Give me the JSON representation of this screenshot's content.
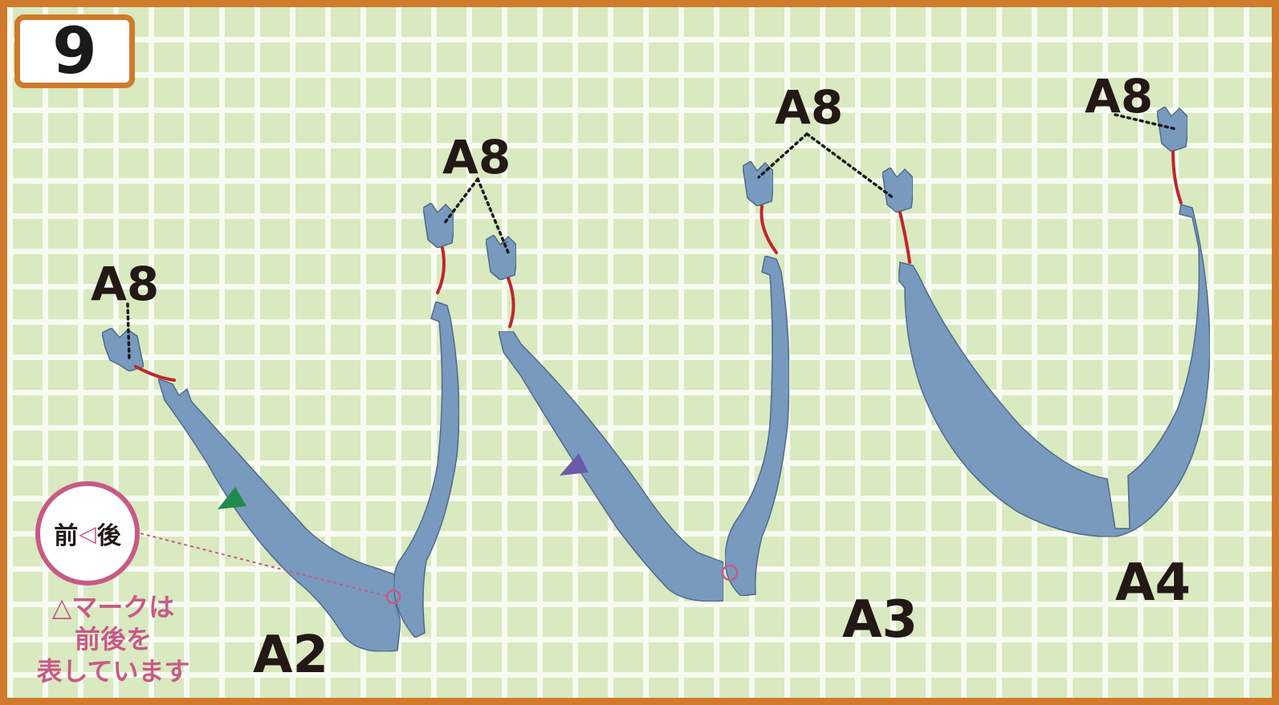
{
  "step": {
    "number": "9"
  },
  "labels": {
    "a8_items": [
      "A8",
      "A8",
      "A8",
      "A8"
    ],
    "a2": "A2",
    "a3": "A3",
    "a4": "A4"
  },
  "note": {
    "front": "前",
    "mark": "◁",
    "back": "後",
    "caption_lines": [
      "△マークは",
      "前後を",
      "表しています"
    ]
  },
  "colors": {
    "frame": "#d07a2c",
    "part_fill": "#6f96bf",
    "part_outline": "#3d5f82",
    "wire": "#c0262d",
    "note_pink": "#c75a86",
    "marker_green": "#1e8a4c",
    "marker_purple": "#6a5aa8",
    "grid_bg": "#d9e9c0",
    "grid_line": "#f7fbf0"
  }
}
